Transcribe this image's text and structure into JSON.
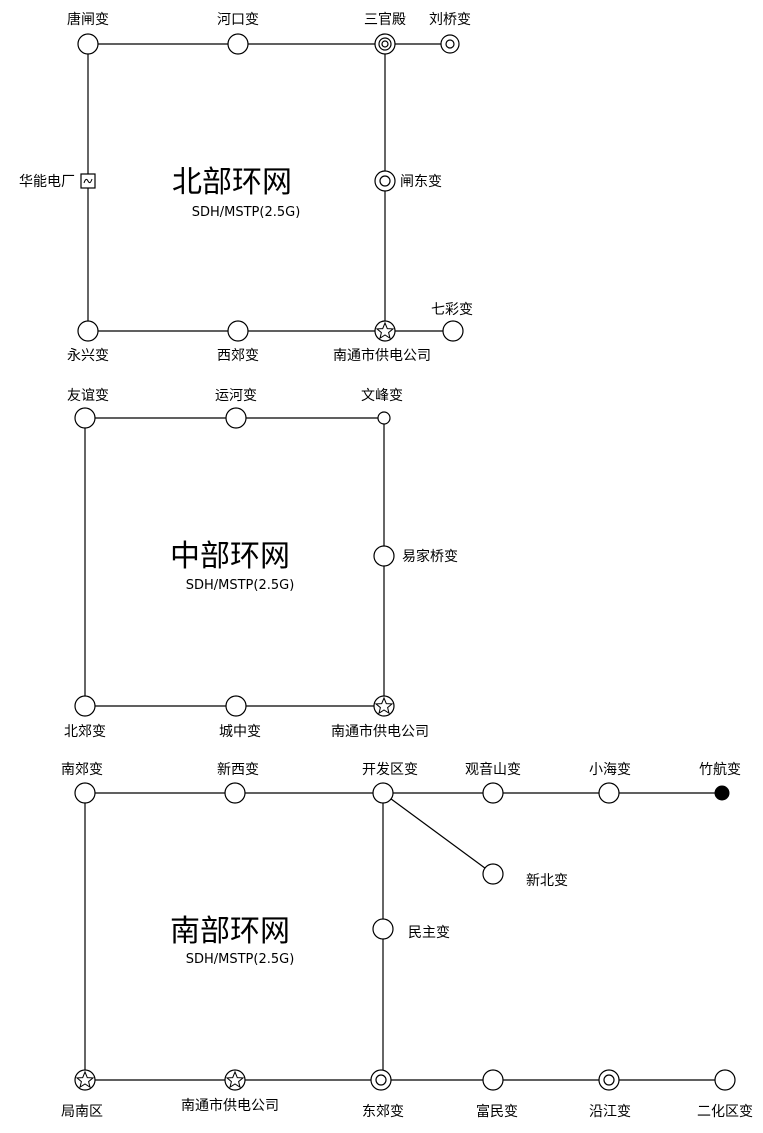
{
  "rings": [
    {
      "title": "北部环网",
      "subtitle": "SDH/MSTP(2.5G)",
      "nodes": {
        "tangzha": "唐闸变",
        "hekou": "河口变",
        "sanguandian": "三官殿",
        "liuqiao": "刘桥变",
        "huaneng": "华能电厂",
        "zhadong": "闸东变",
        "qicai": "七彩变",
        "yongxing": "永兴变",
        "xijiao": "西郊变",
        "company": "南通市供电公司"
      }
    },
    {
      "title": "中部环网",
      "subtitle": "SDH/MSTP(2.5G)",
      "nodes": {
        "youyi": "友谊变",
        "yunhe": "运河变",
        "wenfeng": "文峰变",
        "yijiaqiao": "易家桥变",
        "beijiao": "北郊变",
        "chengzhong": "城中变",
        "company": "南通市供电公司"
      }
    },
    {
      "title": "南部环网",
      "subtitle": "SDH/MSTP(2.5G)",
      "nodes": {
        "nanjiao": "南郊变",
        "xinxi": "新西变",
        "kaifaqu": "开发区变",
        "guanyinshan": "观音山变",
        "xiaohai": "小海变",
        "zhuhang": "竹航变",
        "xinbei": "新北变",
        "minzhu": "民主变",
        "junanqu": "局南区",
        "company": "南通市供电公司",
        "dongjiao": "东郊变",
        "fumin": "富民变",
        "yanjiang": "沿江变",
        "erhuaqu": "二化区变"
      }
    }
  ]
}
